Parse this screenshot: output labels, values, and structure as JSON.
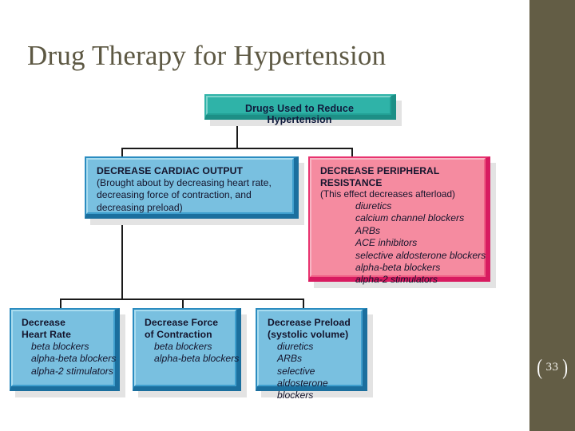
{
  "slide": {
    "title": "Drug Therapy for Hypertension",
    "number": "33",
    "bracket_left": "(",
    "bracket_right": ")",
    "sidebar_color": "#635D45",
    "title_color": "#5D5843"
  },
  "diagram": {
    "type": "flowchart",
    "root": {
      "label": "Drugs Used to Reduce Hypertension",
      "color": "#2FB3A8"
    },
    "branches": [
      {
        "id": "decrease-cardiac-output",
        "heading": "DECREASE CARDIAC OUTPUT",
        "subtext_lines": [
          "(Brought about by decreasing heart rate,",
          "decreasing force of contraction, and",
          "decreasing preload)"
        ],
        "color": "#79C0E0",
        "drugs": []
      },
      {
        "id": "decrease-peripheral-resistance",
        "heading": "DECREASE PERIPHERAL RESISTANCE",
        "subtext_lines": [
          "(This effect decreases afterload)"
        ],
        "color": "#F58BA0",
        "drugs": [
          "diuretics",
          "calcium channel blockers",
          "ARBs",
          "ACE inhibitors",
          "selective aldosterone blockers",
          "alpha-beta blockers",
          "alpha-2 stimulators"
        ]
      }
    ],
    "leaves": [
      {
        "id": "decrease-heart-rate",
        "heading_lines": [
          "Decrease",
          "Heart Rate"
        ],
        "color": "#79C0E0",
        "drugs": [
          "beta blockers",
          "alpha-beta blockers",
          "alpha-2 stimulators"
        ]
      },
      {
        "id": "decrease-force-of-contraction",
        "heading_lines": [
          "Decrease Force",
          "of Contraction"
        ],
        "color": "#79C0E0",
        "drugs": [
          "beta blockers",
          "alpha-beta blockers"
        ]
      },
      {
        "id": "decrease-preload",
        "heading_lines": [
          "Decrease Preload",
          "(systolic volume)"
        ],
        "color": "#79C0E0",
        "drugs": [
          "diuretics",
          "ARBs",
          "selective aldosterone blockers"
        ]
      }
    ]
  }
}
